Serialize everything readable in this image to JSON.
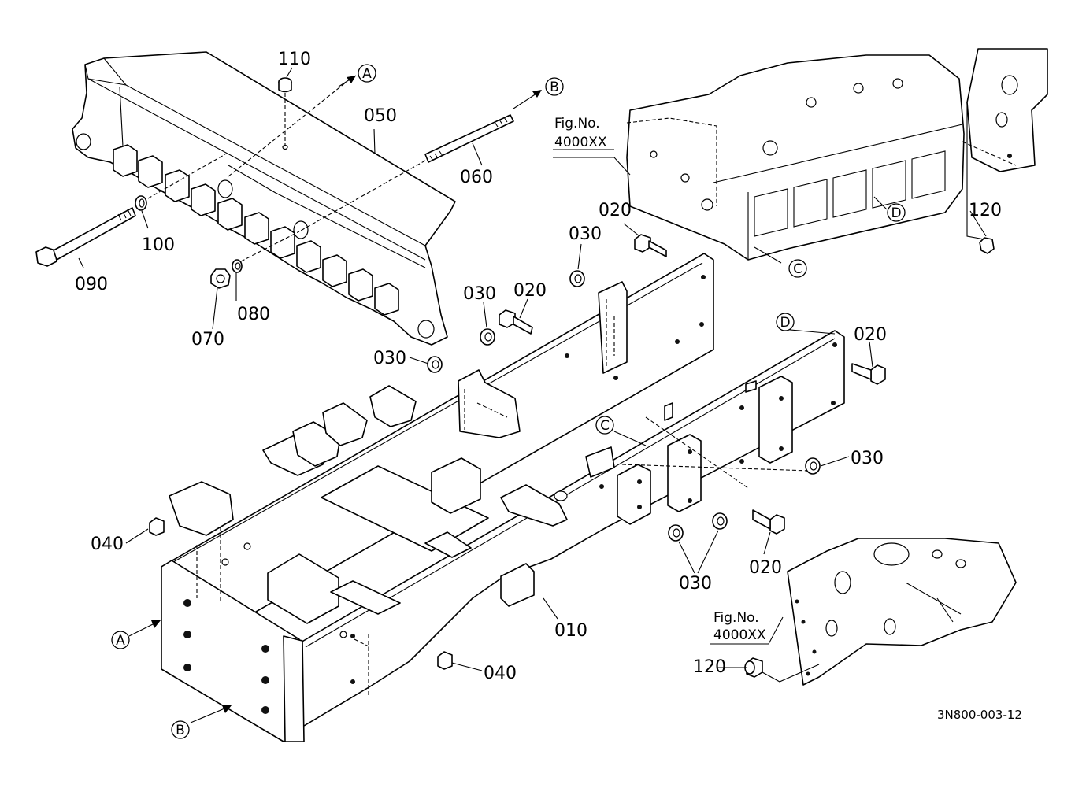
{
  "diagram_code": "3N800-003-12",
  "fig_ref": {
    "label": "Fig.No.",
    "number": "4000XX"
  },
  "reference_markers": [
    "A",
    "B",
    "C",
    "D"
  ],
  "part_numbers": {
    "p010": "010",
    "p020": "020",
    "p030": "030",
    "p040": "040",
    "p050": "050",
    "p060": "060",
    "p070": "070",
    "p080": "080",
    "p090": "090",
    "p100": "100",
    "p110": "110",
    "p120": "120"
  }
}
